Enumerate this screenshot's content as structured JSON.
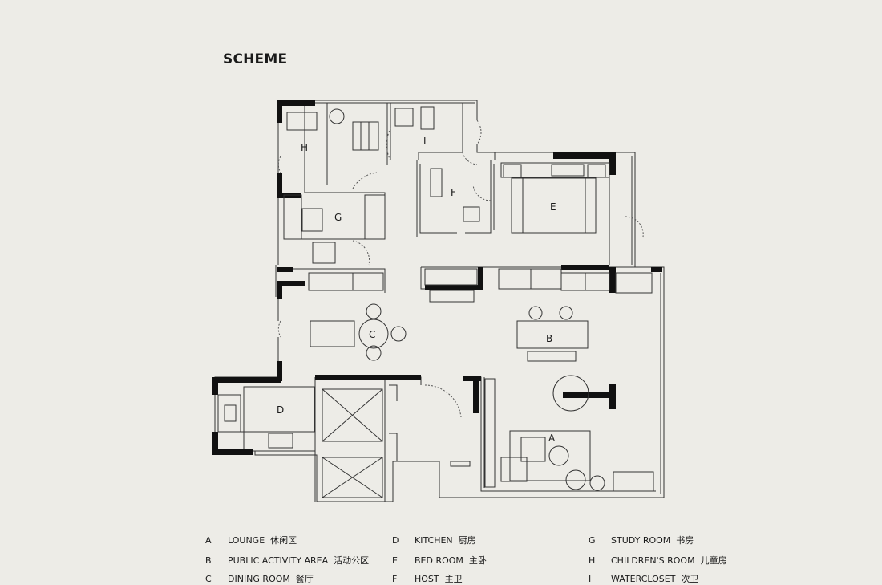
{
  "title": "SCHEME",
  "rooms": {
    "A": "A",
    "B": "B",
    "C": "C",
    "D": "D",
    "E": "E",
    "F": "F",
    "G": "G",
    "H": "H",
    "I": "I"
  },
  "legend": [
    {
      "letter": "A",
      "name": "LOUNGE",
      "cn": "休闲区"
    },
    {
      "letter": "B",
      "name": "PUBLIC ACTIVITY AREA",
      "cn": "活动公区"
    },
    {
      "letter": "C",
      "name": "DINING ROOM",
      "cn": "餐厅"
    },
    {
      "letter": "D",
      "name": "KITCHEN",
      "cn": "厨房"
    },
    {
      "letter": "E",
      "name": "BED  ROOM",
      "cn": "主卧"
    },
    {
      "letter": "F",
      "name": "HOST",
      "cn": "主卫"
    },
    {
      "letter": "G",
      "name": "STUDY ROOM",
      "cn": "书房"
    },
    {
      "letter": "H",
      "name": "CHILDREN'S  ROOM",
      "cn": "儿童房"
    },
    {
      "letter": "I",
      "name": "WATERCLOSET",
      "cn": "次卫"
    }
  ]
}
